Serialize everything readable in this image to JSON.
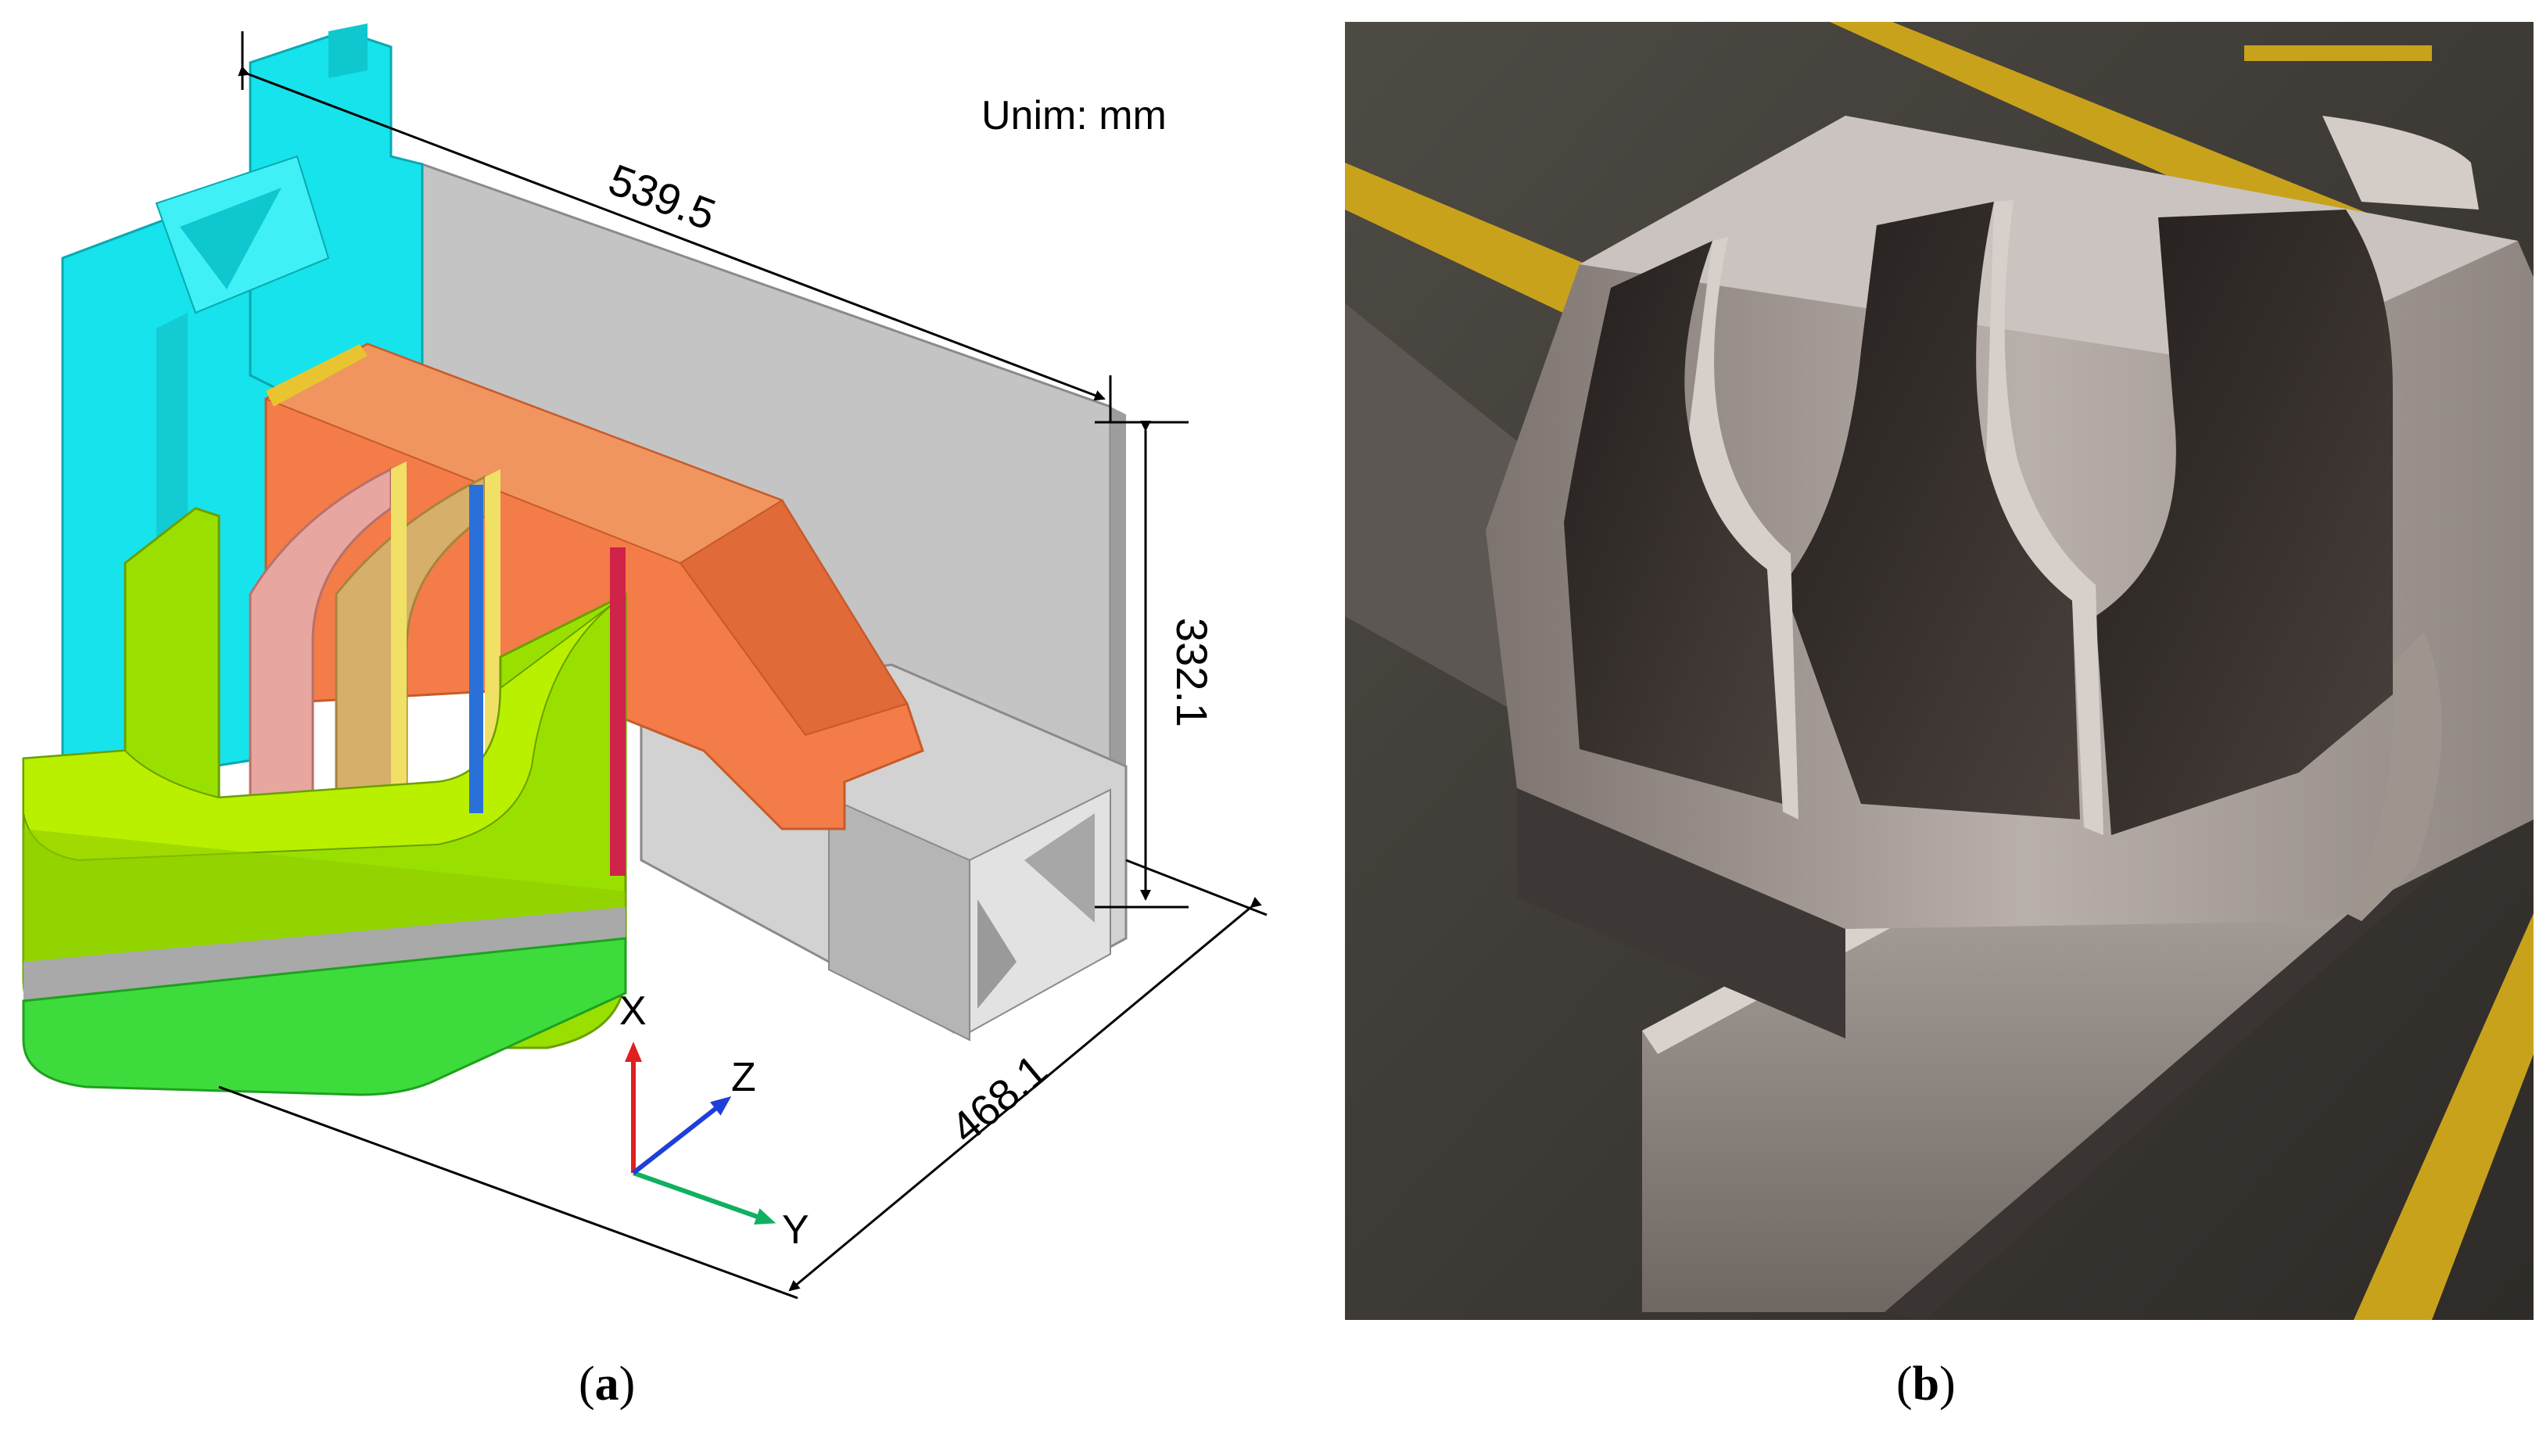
{
  "panel_a": {
    "unit_text": "Unim: mm",
    "dim_length": "539.5",
    "dim_height": "332.1",
    "dim_width": "468.1",
    "axis_x": "X",
    "axis_y": "Y",
    "axis_z": "Z",
    "caption_open": "(",
    "caption_letter": "a",
    "caption_close": ")"
  },
  "panel_b": {
    "caption_open": "(",
    "caption_letter": "b",
    "caption_close": ")"
  },
  "colors": {
    "cyan_part": "#16e3ec",
    "gray_part": "#c4c4c4",
    "orange_part": "#f47c48",
    "green_part": "#99e000",
    "pink_part": "#e8a6a0",
    "tan_part": "#d6b06a",
    "base_green": "#3ddc3c",
    "axis_x": "#e02020",
    "axis_y": "#10b060",
    "axis_z": "#1f3fd8"
  }
}
